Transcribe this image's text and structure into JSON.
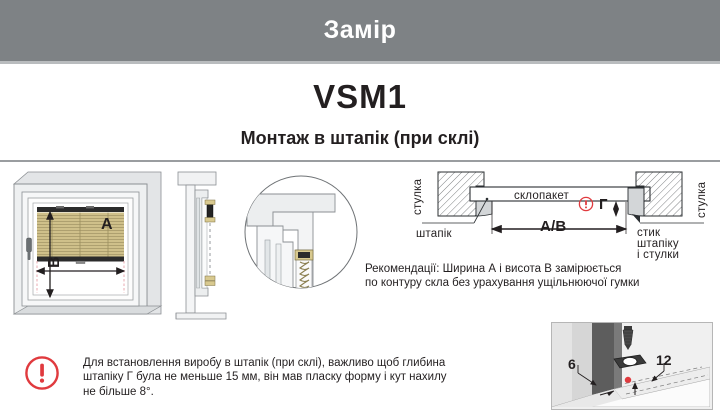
{
  "header": {
    "title": "Замір",
    "bg_color": "#7e8285",
    "text_color": "#ffffff"
  },
  "product": {
    "code": "VSM1",
    "subtitle": "Монтаж в штапік (при склі)"
  },
  "window_figure": {
    "name": "window-with-blind",
    "dimension_width_label": "A",
    "dimension_height_label": "B",
    "blind_color": "#cfc08a",
    "frame_color": "#e9eaec"
  },
  "profile_figure": {
    "name": "window-profile-section"
  },
  "detail_figure": {
    "name": "magnified-mount-detail"
  },
  "technical_diagram": {
    "label_left_sash": "стулка",
    "label_right_sash": "стулка",
    "label_glass_unit": "склопакет",
    "label_bead": "штапік",
    "label_joint": "стик\nштапіку\nі стулки",
    "label_joint_line1": "стик",
    "label_joint_line2": "штапіку",
    "label_joint_line3": "і стулки",
    "dimension_ab": "A/B",
    "dimension_g": "Г",
    "warning_glyph": "!",
    "warning_color": "#e03a3e"
  },
  "recommendation": {
    "line1": "Рекомендації: Ширина А і висота В замірюється",
    "line2": "по контуру скла без урахування ущільнюючої гумки"
  },
  "warning": {
    "icon": "exclamation-circle-icon",
    "icon_color": "#e03a3e",
    "line1": "Для встановлення виробу в штапік (при склі), важливо щоб глибина",
    "line2": "штапіку Г була не меньше 15 мм, він мав пласку форму і кут нахилу",
    "line3": "не більше 8°."
  },
  "install_photo": {
    "name": "bracket-installation-photo",
    "dim_left": "6",
    "dim_right": "12",
    "marker_color": "#e03a3e"
  }
}
